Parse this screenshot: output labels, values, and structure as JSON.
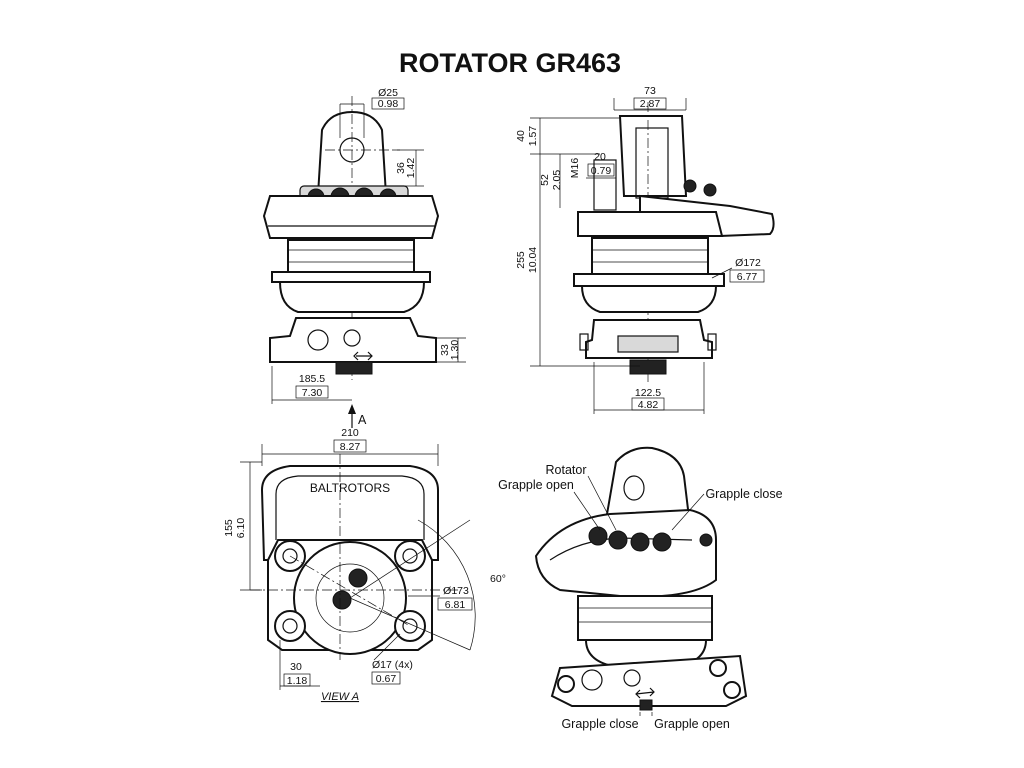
{
  "title": "ROTATOR  GR463",
  "front_view": {
    "pin_dia": "Ø25",
    "pin_dia_in": "0.98",
    "pin_h": "36",
    "pin_h_in": "1.42",
    "base_h": "33",
    "base_h_in": "1.30",
    "width": "185.5",
    "width_in": "7.30",
    "section_mark": "A"
  },
  "side_view": {
    "top_w": "73",
    "top_w_in": "2.87",
    "top_h": "40",
    "top_h_in": "1.57",
    "thread": "M16",
    "thread_d": "20",
    "thread_d_in": "0.79",
    "thread_h": "52",
    "thread_h_in": "2.05",
    "total_h": "255",
    "total_h_in": "10.04",
    "body_dia": "Ø172",
    "body_dia_in": "6.77",
    "base_w": "122.5",
    "base_w_in": "4.82"
  },
  "bottom_view": {
    "width": "210",
    "width_in": "8.27",
    "height": "155",
    "height_in": "6.10",
    "bolt_circle": "Ø173",
    "bolt_circle_in": "6.81",
    "angle": "60°",
    "hole_dia": "Ø17  (4x)",
    "hole_dia_in": "0.67",
    "offset": "30",
    "offset_in": "1.18",
    "view_label": "VIEW A",
    "brand": "BALTROTORS"
  },
  "iso_view": {
    "label_rotator": "Rotator",
    "label_grapple_open_top": "Grapple open",
    "label_grapple_close_top": "Grapple close",
    "label_grapple_close_bottom": "Grapple close",
    "label_grapple_open_bottom": "Grapple open"
  }
}
